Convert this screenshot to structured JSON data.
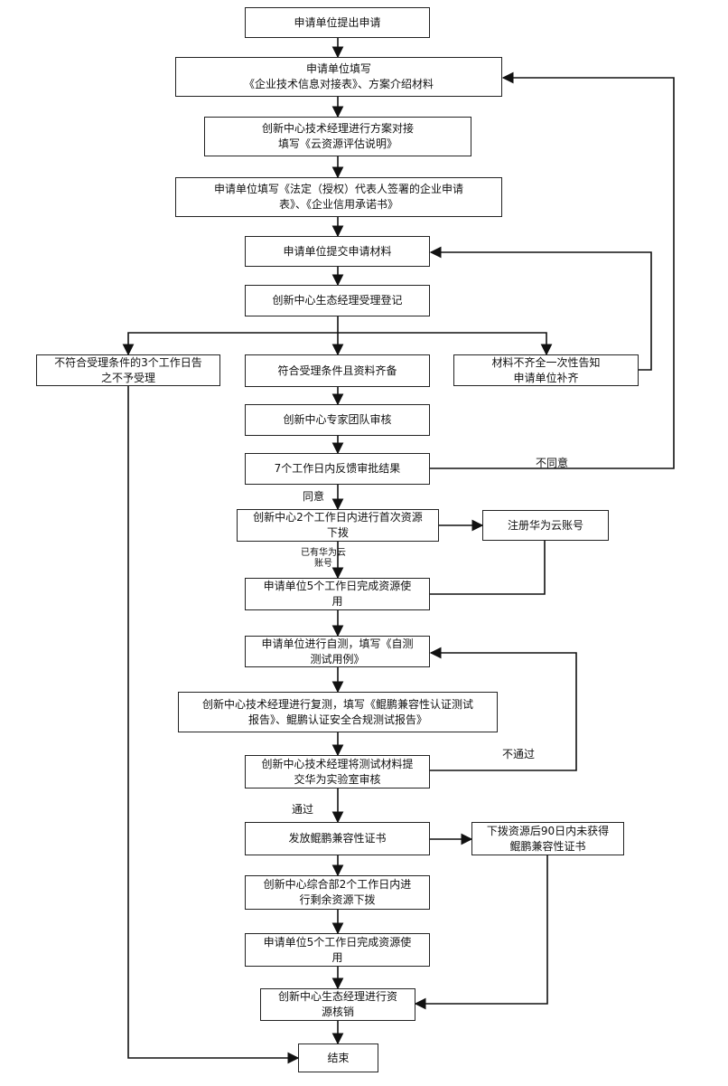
{
  "nodes": {
    "apply": [
      "申请单位提出申请"
    ],
    "fill_docs": [
      "申请单位填写",
      "《企业技术信息对接表》、方案介绍材料"
    ],
    "scheme": [
      "创新中心技术经理进行方案对接",
      "填写《云资源评估说明》"
    ],
    "fill_forms": [
      "申请单位填写《法定（授权）代表人签署的企业申请",
      "表》、《企业信用承诺书》"
    ],
    "submit": [
      "申请单位提交申请材料"
    ],
    "register": [
      "创新中心生态经理受理登记"
    ],
    "reject": [
      "不符合受理条件的3个工作日告",
      "之不予受理"
    ],
    "accept": [
      "符合受理条件且资料齐备"
    ],
    "incomplete": [
      "材料不齐全一次性告知",
      "申请单位补齐"
    ],
    "expert": [
      "创新中心专家团队审核"
    ],
    "feedback": [
      "7个工作日内反馈审批结果"
    ],
    "first_alloc": [
      "创新中心2个工作日内进行首次资源",
      "下拨"
    ],
    "register_cloud": [
      "注册华为云账号"
    ],
    "use1": [
      "申请单位5个工作日完成资源使",
      "用"
    ],
    "self_test": [
      "申请单位进行自测，填写《自测",
      "测试用例》"
    ],
    "retest": [
      "创新中心技术经理进行复测，填写《鲲鹏兼容性认证测试",
      "报告》、鲲鹏认证安全合规测试报告》"
    ],
    "lab": [
      "创新中心技术经理将测试材料提",
      "交华为实验室审核"
    ],
    "cert": [
      "发放鲲鹏兼容性证书"
    ],
    "no_cert": [
      "下拨资源后90日内未获得",
      "鲲鹏兼容性证书"
    ],
    "remaining": [
      "创新中心综合部2个工作日内进",
      "行剩余资源下拨"
    ],
    "use2": [
      "申请单位5个工作日完成资源使",
      "用"
    ],
    "writeoff": [
      "创新中心生态经理进行资",
      "源核销"
    ],
    "end": [
      "结束"
    ]
  },
  "labels": {
    "disagree": "不同意",
    "agree": "同意",
    "has_account": [
      "已有华为云",
      "账号"
    ],
    "not_passed": "不通过",
    "passed": "通过"
  }
}
